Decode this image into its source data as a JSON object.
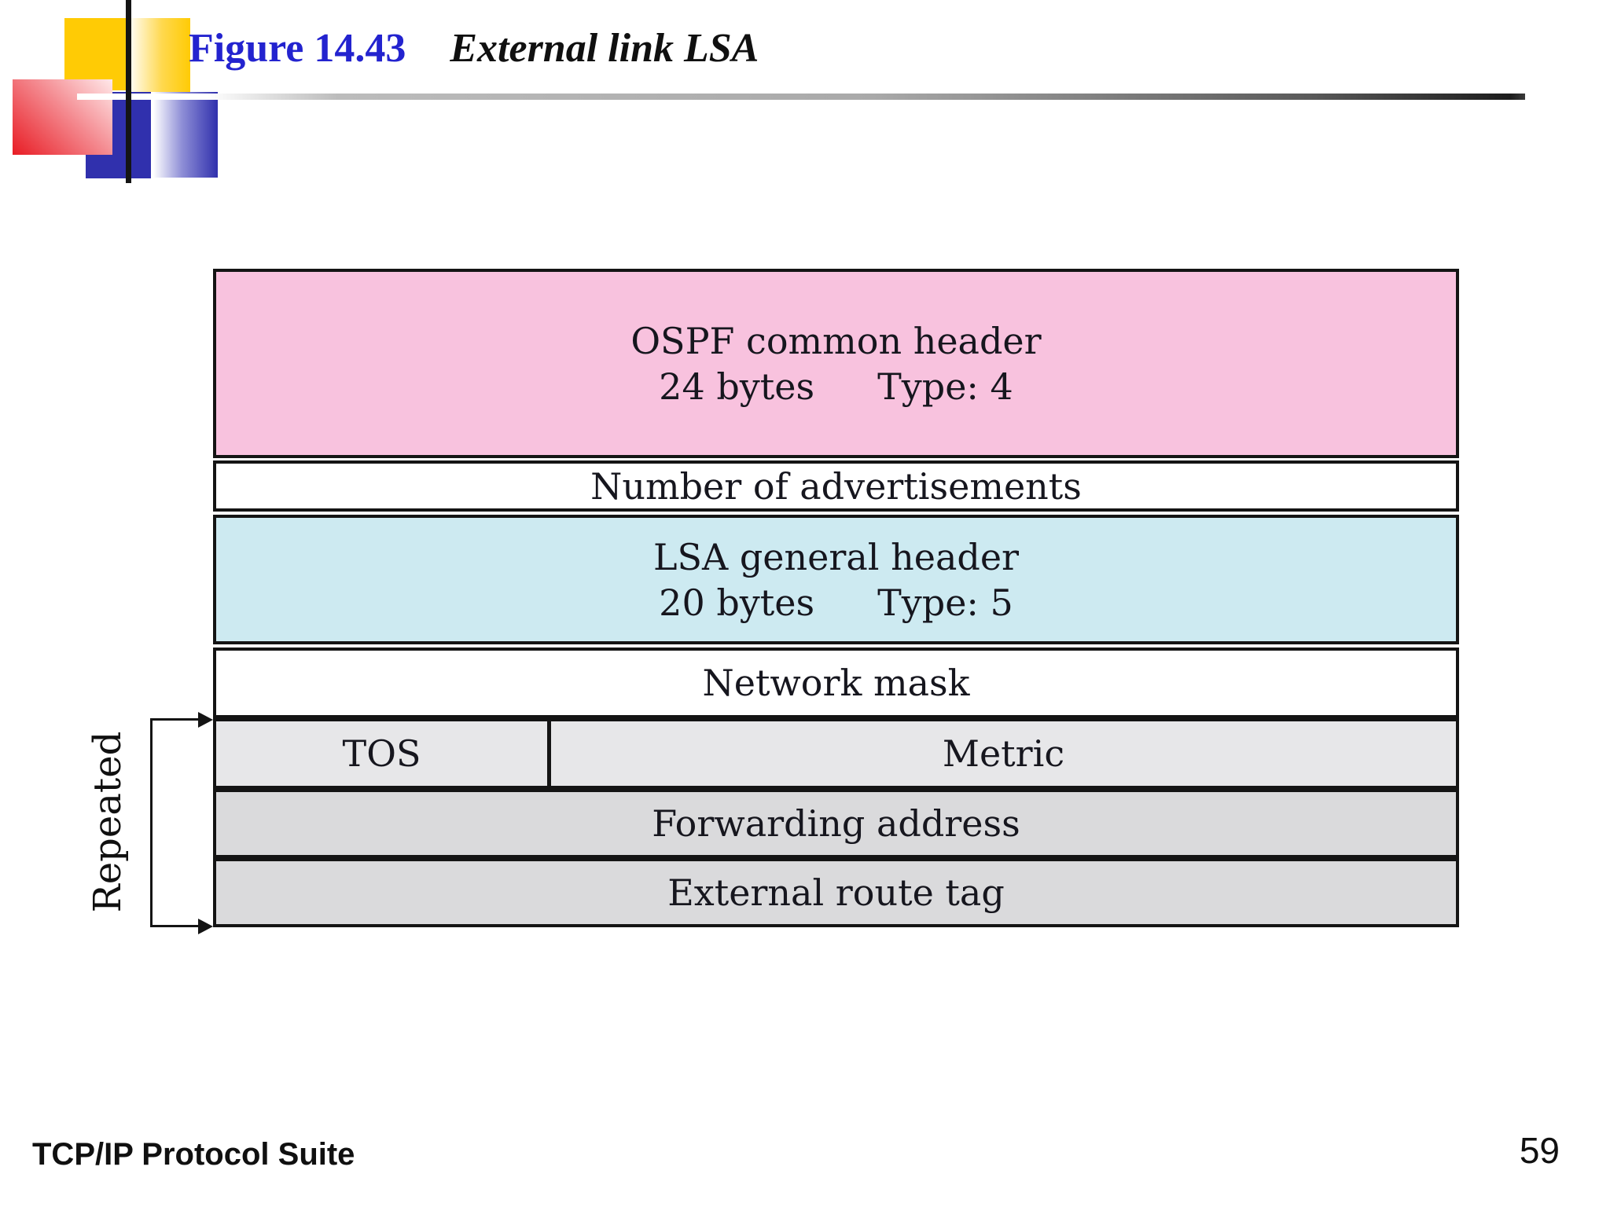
{
  "header": {
    "figure_label": "Figure 14.43",
    "figure_caption": "External link LSA"
  },
  "diagram": {
    "repeated_label": "Repeated",
    "rows": [
      {
        "name": "ospf-common-header",
        "title": "OSPF common header",
        "sub_left": "24 bytes",
        "sub_right": "Type: 4",
        "fill": "#f8c2de"
      },
      {
        "name": "number-of-advertisements",
        "title": "Number of advertisements",
        "fill": "#ffffff"
      },
      {
        "name": "lsa-general-header",
        "title": "LSA general header",
        "sub_left": "20 bytes",
        "sub_right": "Type: 5",
        "fill": "#cdeaf1"
      },
      {
        "name": "network-mask",
        "title": "Network mask",
        "fill": "#ffffff"
      },
      {
        "name": "tos-metric",
        "cells": [
          {
            "label": "TOS"
          },
          {
            "label": "Metric"
          }
        ],
        "fill": "#e7e7e9"
      },
      {
        "name": "forwarding-address",
        "title": "Forwarding address",
        "fill": "#dadadc"
      },
      {
        "name": "external-route-tag",
        "title": "External route tag",
        "fill": "#dadadc"
      }
    ]
  },
  "footer": {
    "book_title": "TCP/IP Protocol Suite",
    "page_number": "59"
  },
  "colors": {
    "title_blue": "#2323cf",
    "border_black": "#141414",
    "box_pink": "#f8c2de",
    "box_cyan": "#cdeaf1",
    "box_light_gray": "#e7e7e9",
    "box_mid_gray": "#dadadc",
    "deco_yellow": "#ffcb05",
    "deco_blue": "#3030ad",
    "deco_red": "#e81c24"
  }
}
